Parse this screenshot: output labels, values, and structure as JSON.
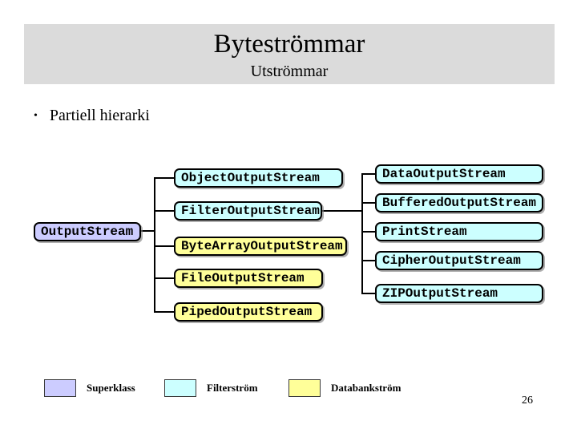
{
  "slide": {
    "title": "Byteströmmar",
    "subtitle": "Utströmmar",
    "bullet_glyph": "•",
    "bullet_text": "Partiell hierarki",
    "page_number": "26"
  },
  "diagram": {
    "root": {
      "label": "OutputStream",
      "category": "Superklass"
    },
    "children": [
      {
        "label": "ObjectOutputStream",
        "category": "Filterström"
      },
      {
        "label": "FilterOutputStream",
        "category": "Filterström"
      },
      {
        "label": "ByteArrayOutputStream",
        "category": "Databankström"
      },
      {
        "label": "FileOutputStream",
        "category": "Databankström"
      },
      {
        "label": "PipedOutputStream",
        "category": "Databankström"
      }
    ],
    "filter_children": [
      {
        "label": "DataOutputStream",
        "category": "Filterström"
      },
      {
        "label": "BufferedOutputStream",
        "category": "Filterström"
      },
      {
        "label": "PrintStream",
        "category": "Filterström"
      },
      {
        "label": "CipherOutputStream",
        "category": "Filterström"
      },
      {
        "label": "ZIPOutputStream",
        "category": "Filterström"
      }
    ]
  },
  "legend": {
    "items": [
      {
        "label": "Superklass",
        "color": "#ccccff"
      },
      {
        "label": "Filterström",
        "color": "#ccffff"
      },
      {
        "label": "Databankström",
        "color": "#ffff99"
      }
    ]
  },
  "colors": {
    "superclass_fill": "#ccccff",
    "filterstream_fill": "#ccffff",
    "databankstream_fill": "#ffff99",
    "title_bar_bg": "#dbdbdb",
    "connector_line": "#000000"
  }
}
